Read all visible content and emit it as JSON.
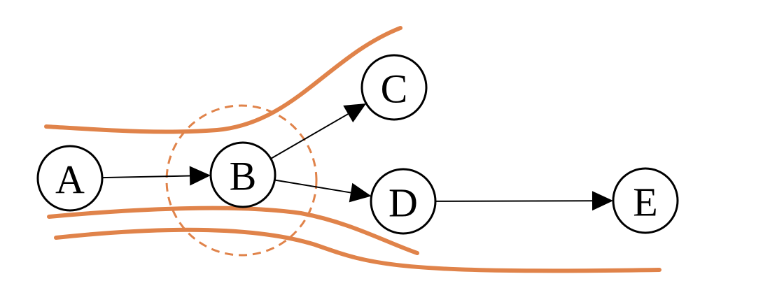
{
  "colors": {
    "boundary": "#E0834A",
    "node_stroke": "#000000",
    "edge": "#000000",
    "background": "#FFFFFF"
  },
  "nodes": [
    {
      "id": "A",
      "label": "A"
    },
    {
      "id": "B",
      "label": "B"
    },
    {
      "id": "C",
      "label": "C"
    },
    {
      "id": "D",
      "label": "D"
    },
    {
      "id": "E",
      "label": "E"
    }
  ],
  "edges": [
    {
      "from": "A",
      "to": "B"
    },
    {
      "from": "B",
      "to": "C"
    },
    {
      "from": "B",
      "to": "D"
    },
    {
      "from": "D",
      "to": "E"
    }
  ],
  "highlight": {
    "node": "B",
    "style": "dashed-circle"
  }
}
